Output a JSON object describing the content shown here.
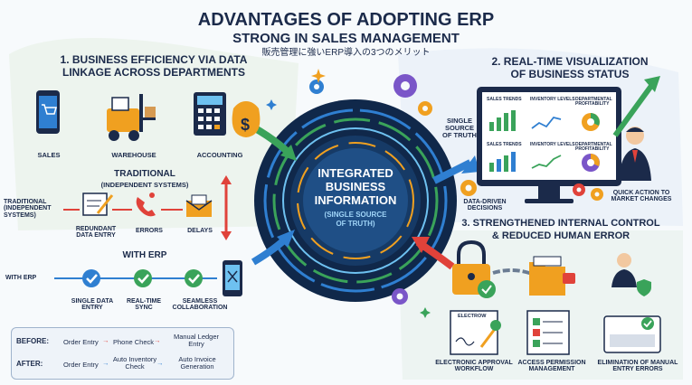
{
  "title": {
    "line1": "ADVANTAGES OF ADOPTING ERP",
    "line2": "STRONG IN SALES MANAGEMENT",
    "subtitle": "販売管理に強いERP導入の3つのメリット"
  },
  "section1": {
    "heading_line1": "1. BUSINESS EFFICIENCY VIA DATA",
    "heading_line2": "LINKAGE ACROSS DEPARTMENTS",
    "departments": [
      "SALES",
      "WAREHOUSE",
      "ACCOUNTING"
    ],
    "traditional_title": "TRADITIONAL",
    "traditional_sub": "(INDEPENDENT SYSTEMS)",
    "traditional_left": [
      "TRADITIONAL",
      "(INDEPENDENT",
      "SYSTEMS)"
    ],
    "traditional_steps": [
      "REDUNDANT DATA ENTRY",
      "ERRORS",
      "DELAYS"
    ],
    "witherp_title": "WITH ERP",
    "witherp_left": "WITH ERP",
    "witherp_steps": [
      "SINGLE DATA ENTRY",
      "REAL-TIME SYNC",
      "SEAMLESS COLLABORATION"
    ]
  },
  "comparison": {
    "before_label": "BEFORE:",
    "before_steps": [
      "Order Entry",
      "Phone Check",
      "Manual Ledger Entry"
    ],
    "after_label": "AFTER:",
    "after_steps": [
      "Order Entry",
      "Auto Inventory Check",
      "Auto Invoice Generation"
    ]
  },
  "center": {
    "line1": "INTEGRATED",
    "line2": "BUSINESS",
    "line3": "INFORMATION",
    "line4": "(SINGLE SOURCE",
    "line5": "OF TRUTH)",
    "side_label_line1": "SINGLE",
    "side_label_line2": "SOURCE",
    "side_label_line3": "OF TRUTH"
  },
  "section2": {
    "heading_line1": "2. REAL-TIME VISUALIZATION",
    "heading_line2": "OF BUSINESS STATUS",
    "panels": [
      "SALES TRENDS",
      "INVENTORY LEVELS",
      "DEPARTMENTAL PROFITABILITY",
      "SALES TRENDS",
      "INVENTORY LEVELS",
      "DEPARTMENTAL PROFITABILITY"
    ],
    "left_caption_line1": "DATA-DRIVEN",
    "left_caption_line2": "DECISIONS",
    "right_caption_line1": "QUICK ACTION TO",
    "right_caption_line2": "MARKET CHANGES"
  },
  "section3": {
    "heading_line1": "3. STRENGTHENED INTERNAL CONTROL",
    "heading_line2": "& REDUCED HUMAN ERROR",
    "doc_label": "ELECTROW",
    "items": [
      {
        "line1": "ELECTRONIC APPROVAL",
        "line2": "WORKFLOW"
      },
      {
        "line1": "ACCESS PERMISSION",
        "line2": "MANAGEMENT"
      },
      {
        "line1": "ELIMINATION OF MANUAL",
        "line2": "ENTRY ERRORS"
      }
    ]
  },
  "colors": {
    "navy": "#1b2a4a",
    "green": "#3aa35a",
    "blue": "#2f7fd1",
    "red": "#e0423a",
    "orange": "#f0a020"
  }
}
